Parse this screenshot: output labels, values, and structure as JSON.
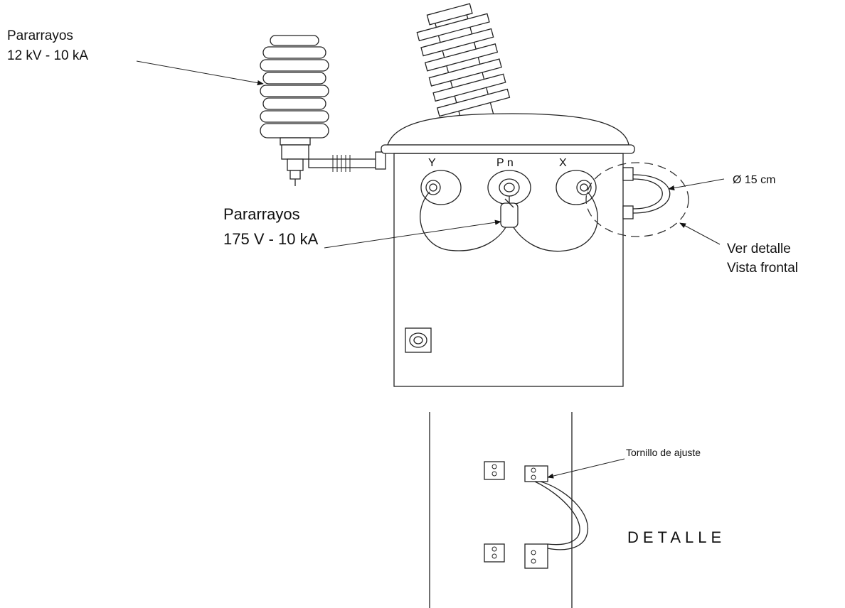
{
  "labels": {
    "arrester_hv_line1": "Pararrayos",
    "arrester_hv_line2": "12 kV - 10 kA",
    "arrester_lv_line1": "Pararrayos",
    "arrester_lv_line2": "175 V - 10 kA",
    "terminal_y": "Y",
    "terminal_pn": "P n",
    "terminal_x": "X",
    "diameter": "Ø 15  cm",
    "see_detail_line1": "Ver detalle",
    "see_detail_line2": "Vista frontal",
    "adjust_screw": "Tornillo de ajuste",
    "detail_title": "DETALLE"
  },
  "colors": {
    "line": "#222222",
    "background": "#ffffff"
  }
}
